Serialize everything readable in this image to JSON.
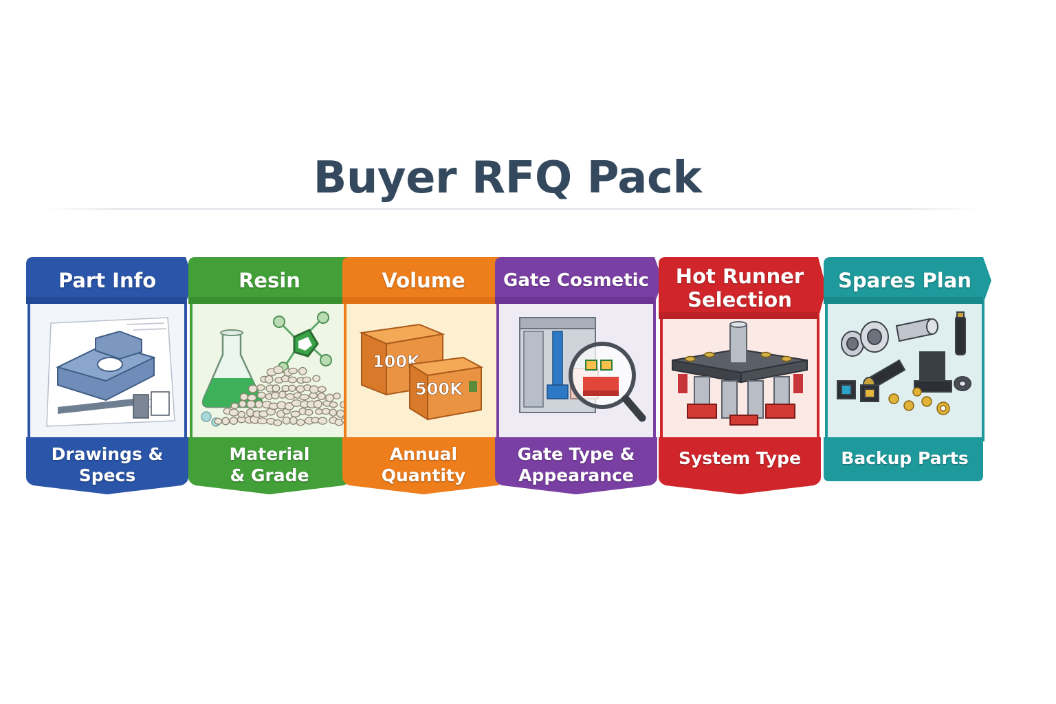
{
  "title": "Buyer RFQ Pack",
  "cards": [
    {
      "id": "part-info",
      "heading": "Part Info",
      "caption": "Drawings &\nSpecs",
      "icon": "cad-part-drawing-icon",
      "color": "#2a55a8",
      "color_dark": "#1c3f86",
      "panel": "#f2f5fa"
    },
    {
      "id": "resin",
      "heading": "Resin",
      "caption": "Material\n& Grade",
      "icon": "resin-flask-pellets-icon",
      "color": "#43a038",
      "color_dark": "#2f7f27",
      "panel": "#eef6e6"
    },
    {
      "id": "volume",
      "heading": "Volume",
      "caption": "Annual\nQuantity",
      "icon": "volume-boxes-icon",
      "color": "#ee7d1b",
      "color_dark": "#d06410",
      "panel": "#fdf0d0",
      "box_labels": [
        "100K",
        "500K"
      ]
    },
    {
      "id": "gate-cosmetic",
      "heading": "Gate Cosmetic",
      "caption": "Gate Type &\nAppearance",
      "icon": "gate-magnifier-icon",
      "color": "#7a3fa3",
      "color_dark": "#5e2c85",
      "panel": "#eeebf5"
    },
    {
      "id": "hot-runner",
      "heading": "Hot Runner\nSelection",
      "caption": "System Type",
      "icon": "hot-runner-manifold-icon",
      "color": "#d0262b",
      "color_dark": "#a81b20",
      "panel": "#fbe9e6"
    },
    {
      "id": "spares-plan",
      "heading": "Spares Plan",
      "caption": "Backup Parts",
      "icon": "spare-parts-icon",
      "color": "#1f9a9c",
      "color_dark": "#137a7c",
      "panel": "#dfefef"
    }
  ]
}
